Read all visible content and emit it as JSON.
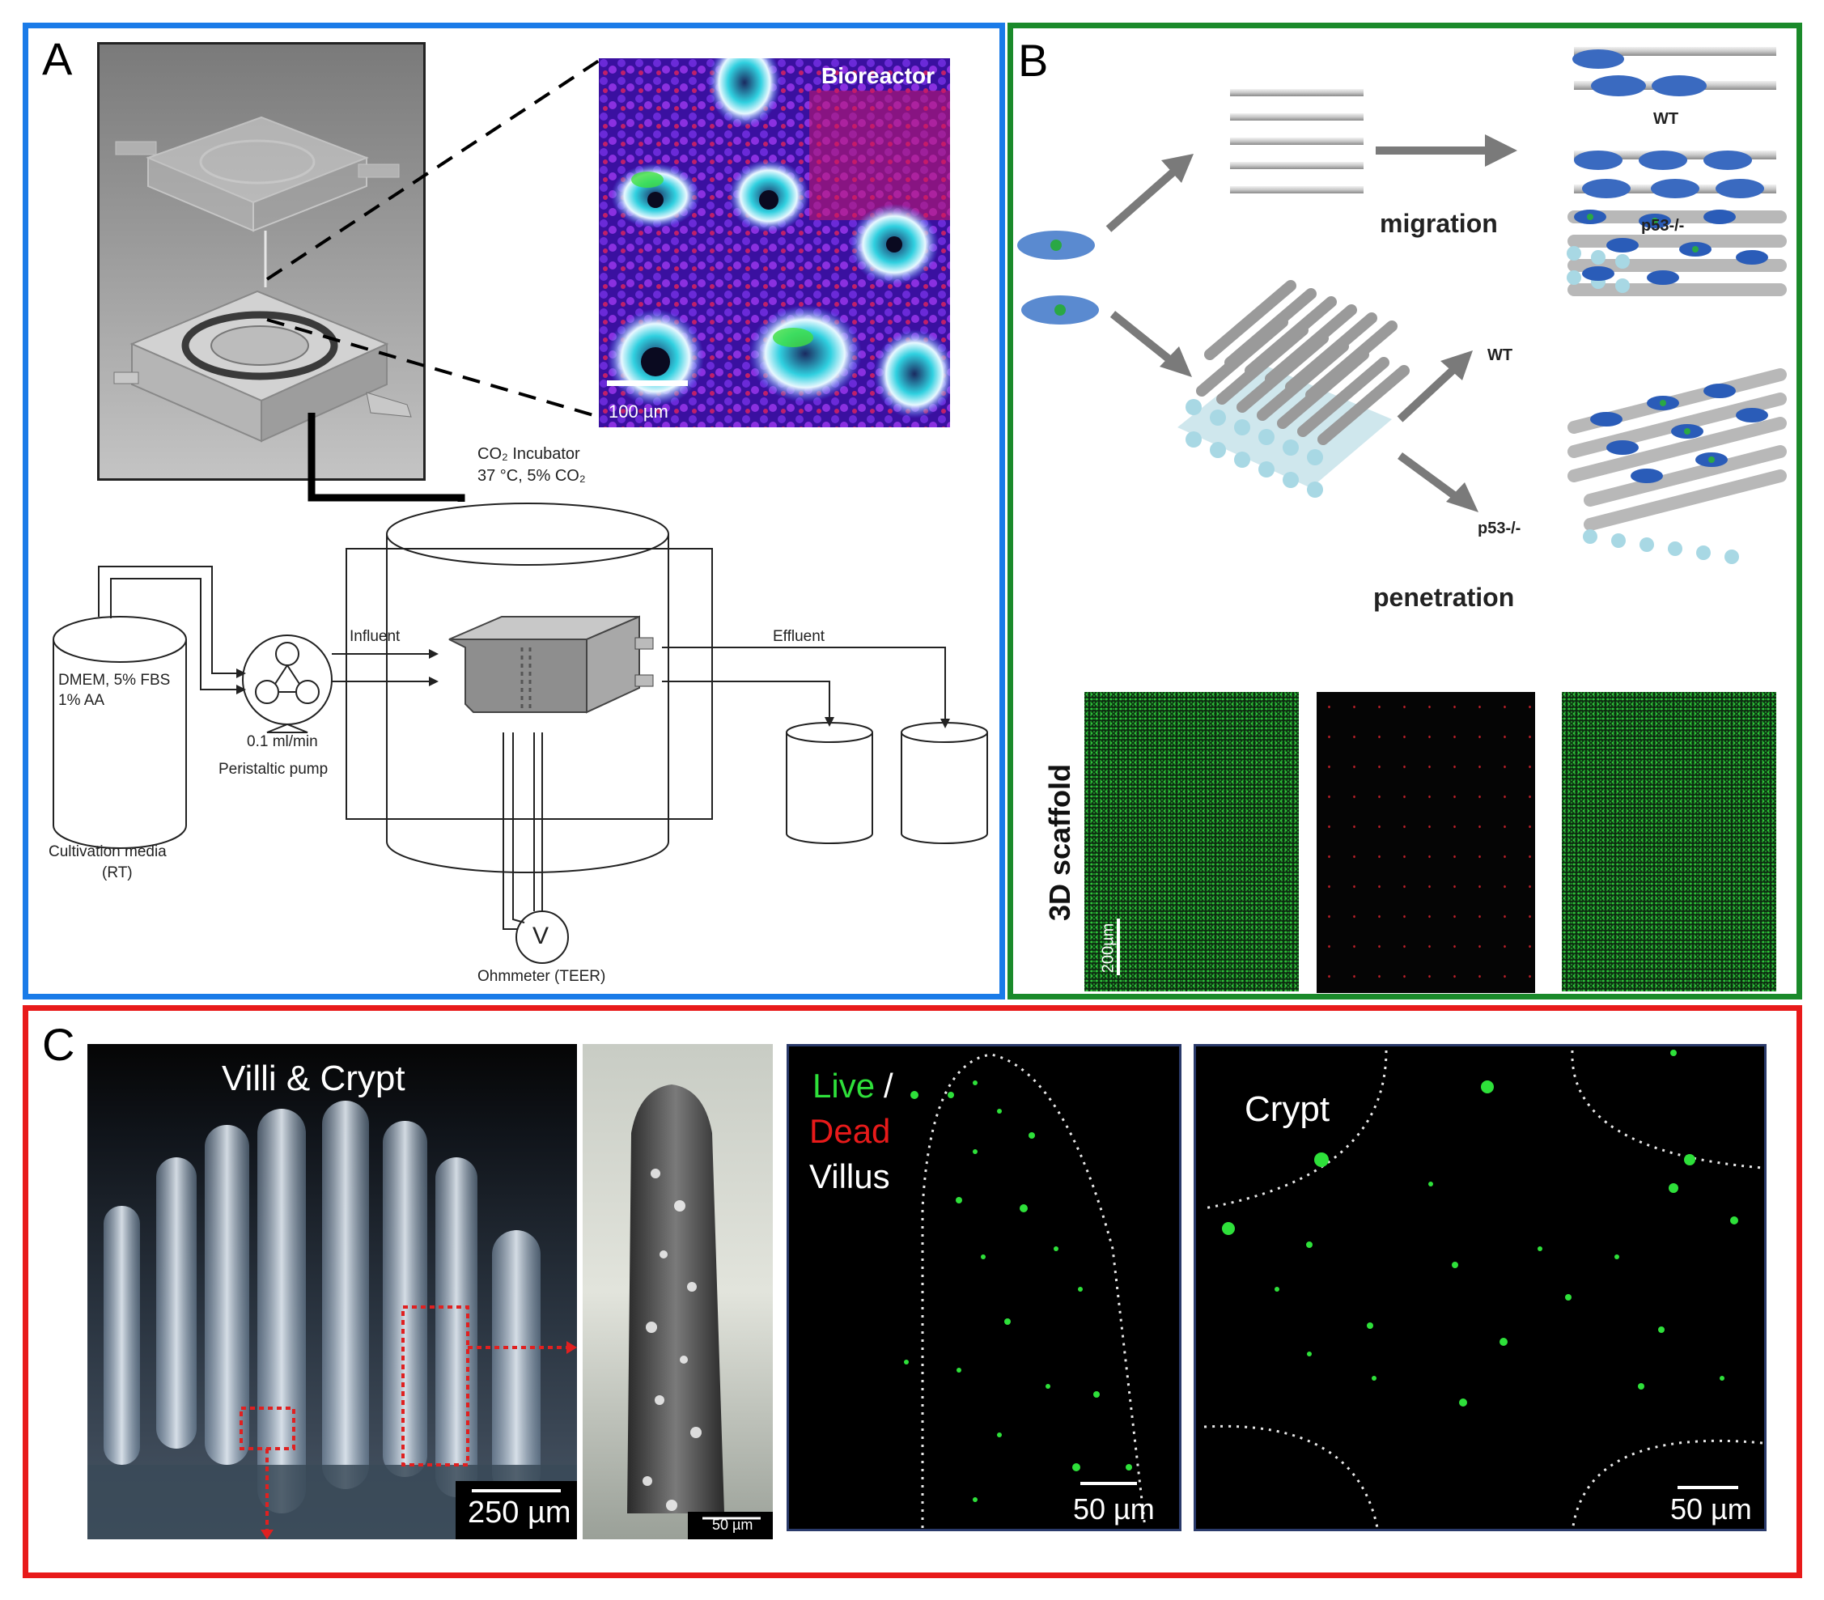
{
  "panels": {
    "A": {
      "letter": "A",
      "border_color": "#1a7be8",
      "confocal_label": "Bioreactor",
      "scale_bar": "100 µm",
      "incubator_line1": "CO₂ Incubator",
      "incubator_line2": "37 °C, 5% CO₂",
      "influent": "Influent",
      "effluent": "Effluent",
      "media_line1": "DMEM, 5% FBS",
      "media_line2": "1% AA",
      "media_caption_line1": "Cultivation media",
      "media_caption_line2": "(RT)",
      "flow_rate": "0.1 ml/min",
      "pump": "Peristaltic pump",
      "voltmeter": "V",
      "ohmmeter": "Ohmmeter (TEER)"
    },
    "B": {
      "letter": "B",
      "border_color": "#1a8a2a",
      "wt_top": "WT",
      "p53_top": "p53-/-",
      "migration": "migration",
      "wt_mid": "WT",
      "p53_mid": "p53-/-",
      "penetration": "penetration",
      "scaffold_label": "3D scaffold",
      "scale_bar": "200µm"
    },
    "C": {
      "letter": "C",
      "border_color": "#e81a1a",
      "villi_title": "Villi & Crypt",
      "scale_250": "250 µm",
      "scale_50_small": "50 µm",
      "live": "Live",
      "slash": "/",
      "dead": "Dead",
      "villus": "Villus",
      "crypt": "Crypt",
      "scale_50_a": "50 µm",
      "scale_50_b": "50 µm"
    }
  }
}
